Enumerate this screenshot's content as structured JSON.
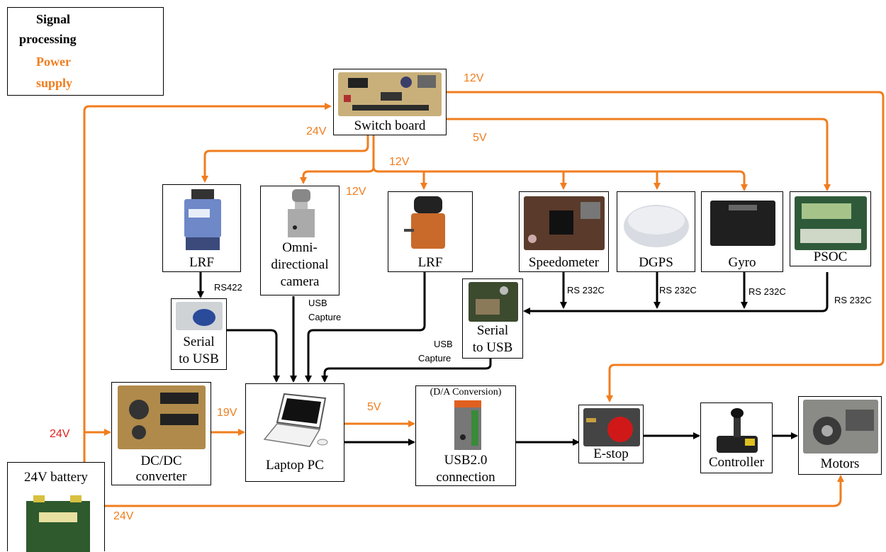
{
  "legend": {
    "signal_line1": "Signal",
    "signal_line2": "processing",
    "power_line1": "Power",
    "power_line2": "supply"
  },
  "colors": {
    "power": "#f07d1e",
    "signal": "#000000"
  },
  "nodes": {
    "switch_board": "Switch board",
    "lrf_left": "LRF",
    "omni_line1": "Omni-",
    "omni_line2": "directional",
    "omni_line3": "camera",
    "lrf_right": "LRF",
    "speedometer": "Speedometer",
    "dgps": "DGPS",
    "gyro": "Gyro",
    "psoc": "PSOC",
    "serial_usb_left_line1": "Serial",
    "serial_usb_left_line2": "to USB",
    "serial_usb_right_line1": "Serial",
    "serial_usb_right_line2": "to USB",
    "dcdc_line1": "DC/DC",
    "dcdc_line2": "converter",
    "laptop": "Laptop PC",
    "da_title": "(D/A Conversion)",
    "usb_line1": "USB2.0",
    "usb_line2": "connection",
    "estop": "E-stop",
    "controller": "Controller",
    "motors": "Motors",
    "battery": "24V battery"
  },
  "wire_labels": {
    "v12_top": "12V",
    "v24_switch": "24V",
    "v5_top": "5V",
    "v12_mid": "12V",
    "v12_cam": "12V",
    "v24_left": "24V",
    "v19": "19V",
    "v5_laptop": "5V",
    "v24_bottom": "24V",
    "rs422": "RS422",
    "usb_capture_cam_line1": "USB",
    "usb_capture_cam_line2": "Capture",
    "usb_capture_lrf_line1": "USB",
    "usb_capture_lrf_line2": "Capture",
    "rs232_speed": "RS 232C",
    "rs232_dgps": "RS 232C",
    "rs232_gyro": "RS 232C",
    "rs232_psoc": "RS 232C"
  }
}
